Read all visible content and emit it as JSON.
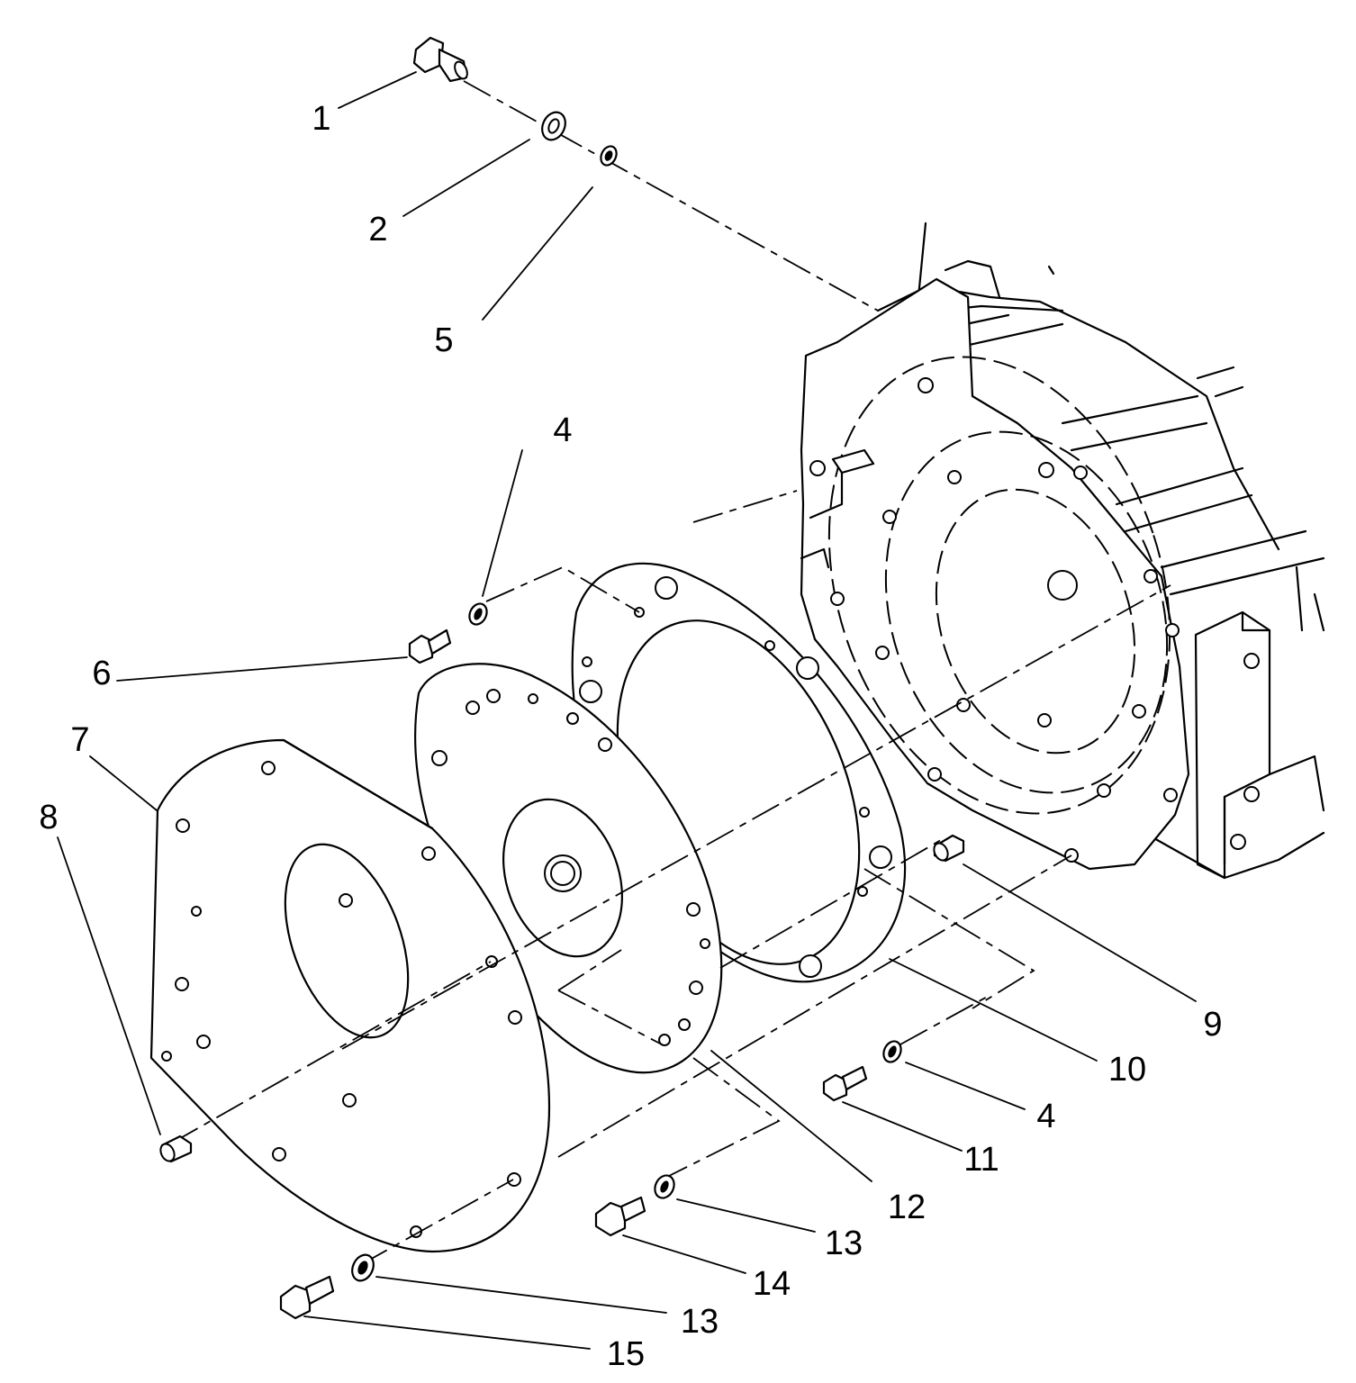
{
  "callouts": [
    "1",
    "2",
    "5",
    "4",
    "6",
    "7",
    "8",
    "9",
    "10",
    "4",
    "11",
    "12",
    "13",
    "14",
    "13",
    "15"
  ],
  "colors": {
    "line": "#000000",
    "background": "#ffffff"
  }
}
